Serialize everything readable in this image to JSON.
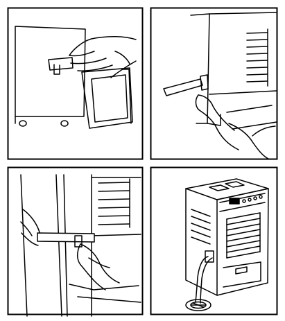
{
  "page": {
    "background": "#ffffff",
    "line_color": "#000000",
    "panel_count": 4
  },
  "panels": [
    {
      "id": "panel-1",
      "depicts": "hand-pulling-water-bucket-out-of-dehumidifier-icon"
    },
    {
      "id": "panel-2",
      "depicts": "hand-connecting-drain-hose-to-outlet-icon"
    },
    {
      "id": "panel-3",
      "depicts": "hands-inserting-hose-through-side-opening-icon"
    },
    {
      "id": "panel-4",
      "depicts": "dehumidifier-with-drain-hose-to-floor-drain-icon"
    }
  ]
}
